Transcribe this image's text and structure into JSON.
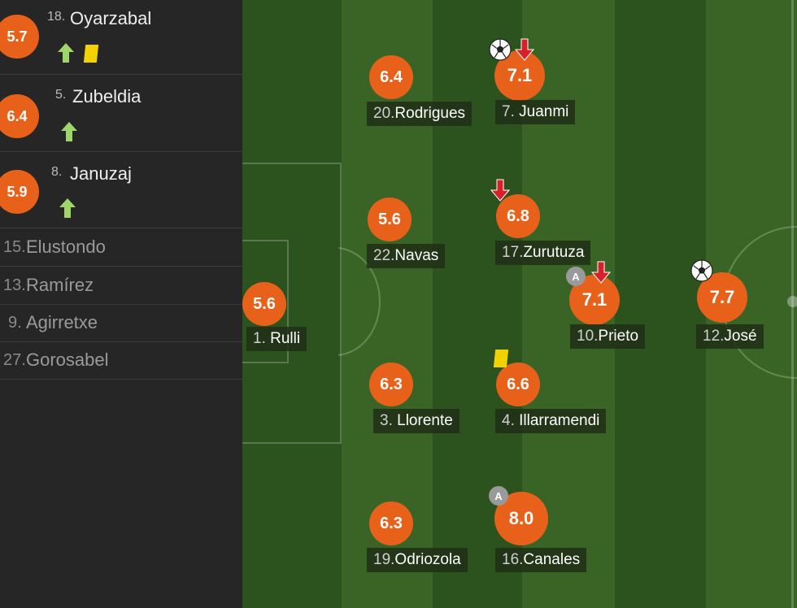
{
  "substitutes_used": [
    {
      "rating": "5.7",
      "number": "18.",
      "name": "Oyarzabal",
      "sub_in": true,
      "yellow_card": true
    },
    {
      "rating": "6.4",
      "number": "5.",
      "name": "Zubeldia",
      "sub_in": true,
      "yellow_card": false
    },
    {
      "rating": "5.9",
      "number": "8.",
      "name": "Januzaj",
      "sub_in": true,
      "yellow_card": false
    }
  ],
  "bench": [
    {
      "number": "15.",
      "name": "Elustondo"
    },
    {
      "number": "13.",
      "name": "Ramírez"
    },
    {
      "number": "9.",
      "name": "Agirretxe"
    },
    {
      "number": "27.",
      "name": "Gorosabel"
    }
  ],
  "players": {
    "rulli": {
      "rating": "5.6",
      "number": "1.",
      "name": "Rulli"
    },
    "rodrigues": {
      "rating": "6.4",
      "number": "20.",
      "name": "Rodrigues"
    },
    "juanmi": {
      "rating": "7.1",
      "number": "7.",
      "name": "Juanmi"
    },
    "navas": {
      "rating": "5.6",
      "number": "22.",
      "name": "Navas"
    },
    "zurutuza": {
      "rating": "6.8",
      "number": "17.",
      "name": "Zurutuza"
    },
    "prieto": {
      "rating": "7.1",
      "number": "10.",
      "name": "Prieto",
      "captain": "A"
    },
    "jose": {
      "rating": "7.7",
      "number": "12.",
      "name": "José"
    },
    "llorente": {
      "rating": "6.3",
      "number": "3.",
      "name": "Llorente"
    },
    "illarramendi": {
      "rating": "6.6",
      "number": "4.",
      "name": "Illarramendi"
    },
    "odriozola": {
      "rating": "6.3",
      "number": "19.",
      "name": "Odriozola"
    },
    "canales": {
      "rating": "8.0",
      "number": "16.",
      "name": "Canales",
      "captain": "A"
    }
  },
  "colors": {
    "rating_badge": "#e8611a",
    "pitch_dark": "#2a4d1c",
    "pitch_light": "#3a6426",
    "sidebar": "#262626",
    "sub_in_arrow": "#9fd66a",
    "sub_out_arrow": "#d8202a",
    "yellow_card": "#f2d200"
  },
  "icons": [
    "sub-in-arrow-icon",
    "sub-out-arrow-icon",
    "yellow-card-icon",
    "goal-ball-icon",
    "captain-badge-icon"
  ]
}
